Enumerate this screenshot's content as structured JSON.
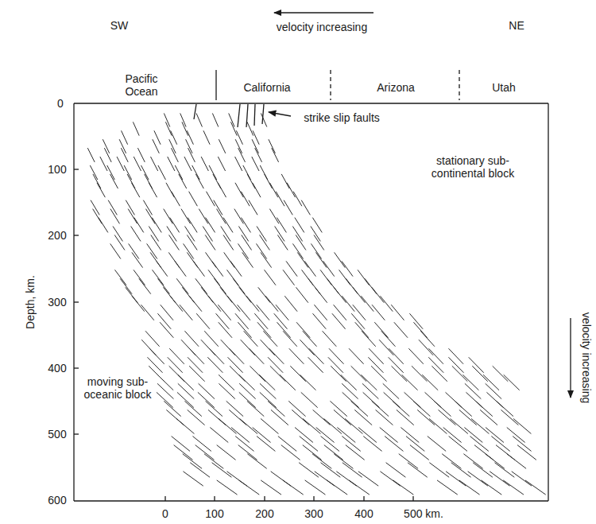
{
  "diagram": {
    "labels": [
      "SW",
      "velocity increasing",
      "NE",
      "Pacific Ocean",
      "California",
      "Arizona",
      "Utah",
      "strike slip faults",
      "stationary sub-continental block",
      "moving sub-oceanic block",
      "velocity increasing",
      "Depth, km.",
      "0",
      "100",
      "200",
      "300",
      "400",
      "500",
      "600",
      "0",
      "100",
      "200",
      "300",
      "400",
      "500 km."
    ]
  }
}
